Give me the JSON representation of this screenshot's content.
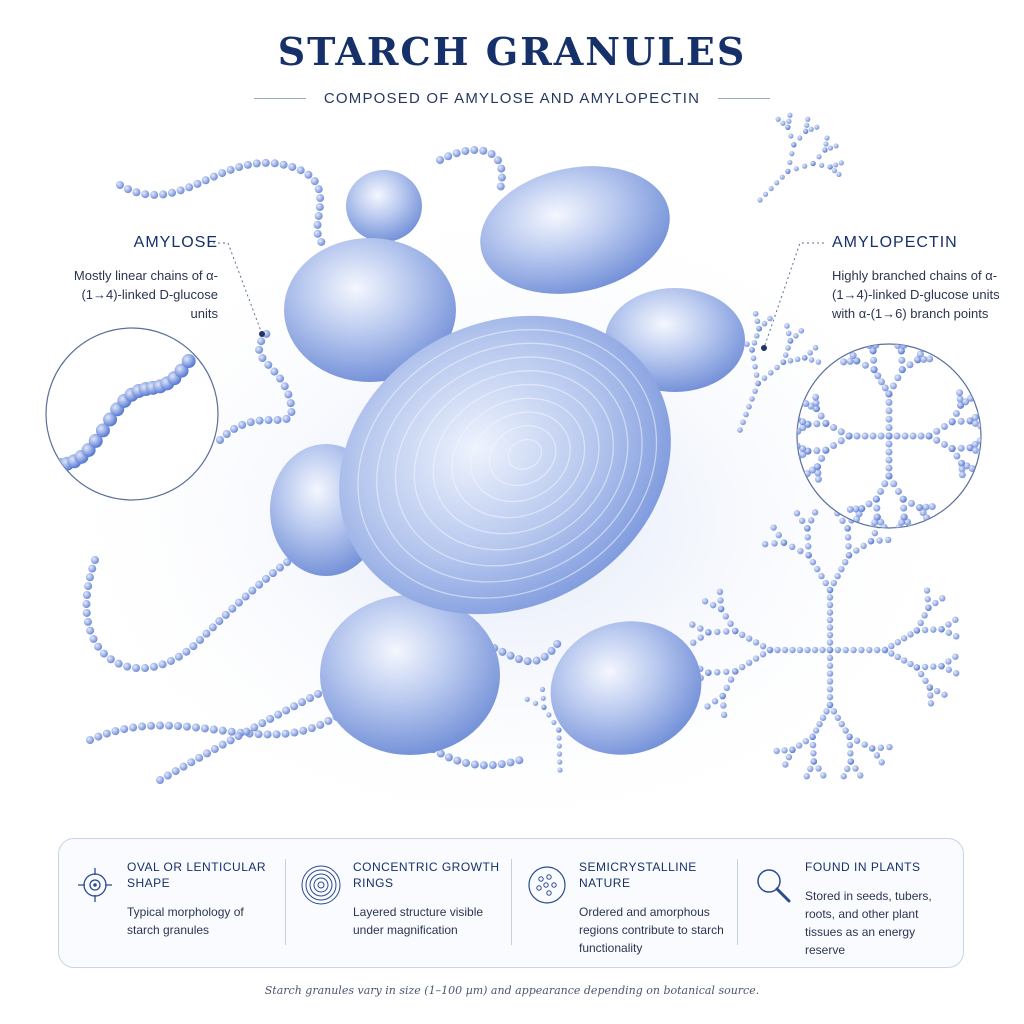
{
  "header": {
    "title": "STARCH GRANULES",
    "subtitle": "COMPOSED OF AMYLOSE AND AMYLOPECTIN"
  },
  "amylose": {
    "title": "AMYLOSE",
    "description": "Mostly linear chains of α-(1→4)-linked D-glucose units"
  },
  "amylopectin": {
    "title": "AMYLOPECTIN",
    "description": "Highly branched chains of α-(1→4)-linked D-glucose units with α-(1→6) branch points"
  },
  "features": [
    {
      "icon": "target-icon",
      "title": "OVAL OR LENTICULAR SHAPE",
      "text": "Typical morphology of starch granules"
    },
    {
      "icon": "concentric-rings-icon",
      "title": "CONCENTRIC GROWTH RINGS",
      "text": "Layered structure visible under magnification"
    },
    {
      "icon": "dot-cluster-icon",
      "title": "SEMICRYSTALLINE NATURE",
      "text": "Ordered and amorphous regions contribute to starch functionality"
    },
    {
      "icon": "magnifier-icon",
      "title": "FOUND IN PLANTS",
      "text": "Stored in seeds, tubers, roots, and other plant tissues as an energy reserve"
    }
  ],
  "footnote": "Starch granules vary in size (1–100 µm) and appearance depending on botanical source.",
  "colors": {
    "accent": "#16306a",
    "granule_light": "#e4ebfa",
    "granule_dark": "#7f9bdb",
    "chain": "#6f8fd8"
  }
}
